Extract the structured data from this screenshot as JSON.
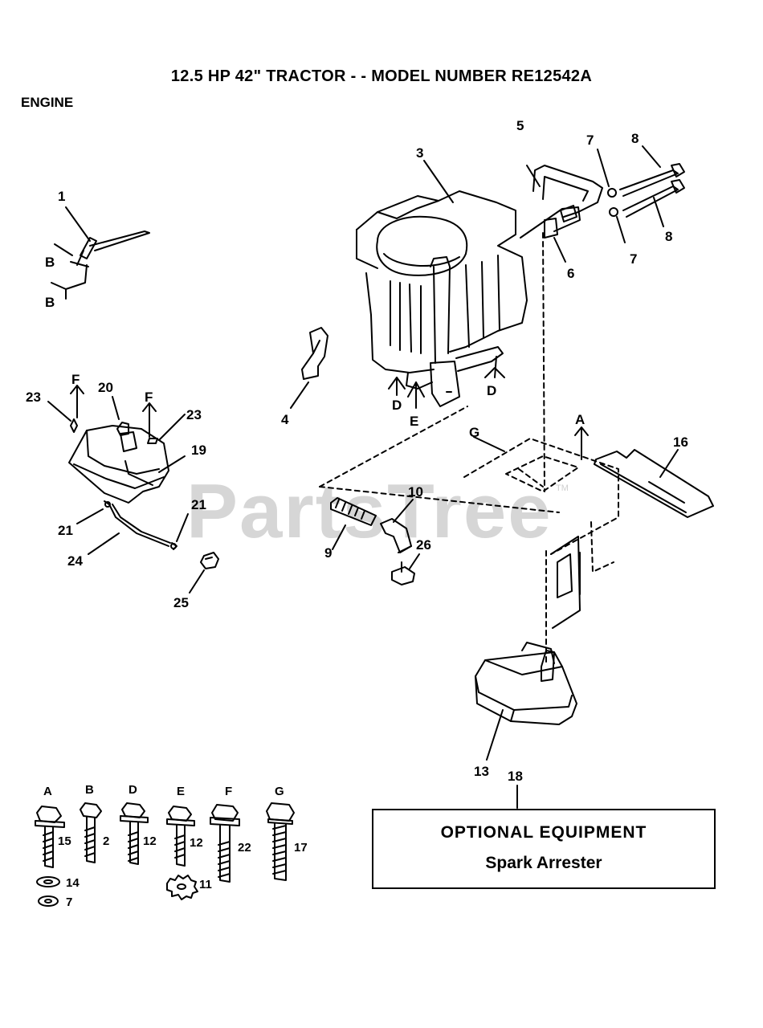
{
  "title": "12.5 HP 42\"  TRACTOR - - MODEL NUMBER RE12542A",
  "section": "ENGINE",
  "watermark": "PartsTree",
  "watermark_tm": "TM",
  "optional_box": {
    "ref": "18",
    "heading": "OPTIONAL EQUIPMENT",
    "item": "Spark Arrester"
  },
  "callouts": {
    "c1": "1",
    "c3": "3",
    "c4": "4",
    "c5": "5",
    "c6": "6",
    "c7a": "7",
    "c7b": "7",
    "c8a": "8",
    "c8b": "8",
    "c9": "9",
    "c10": "10",
    "c13": "13",
    "c16": "16",
    "c19": "19",
    "c20": "20",
    "c21a": "21",
    "c21b": "21",
    "c23a": "23",
    "c23b": "23",
    "c24": "24",
    "c25": "25",
    "c26": "26",
    "B1": "B",
    "B2": "B",
    "D1": "D",
    "D2": "D",
    "E1": "E",
    "F1": "F",
    "F2": "F",
    "G1": "G",
    "A1": "A"
  },
  "fasteners": [
    {
      "letter": "A",
      "part": "15",
      "washer1": "14",
      "washer2": "7"
    },
    {
      "letter": "B",
      "part": "2"
    },
    {
      "letter": "D",
      "part": "12"
    },
    {
      "letter": "E",
      "part": "12",
      "washer1": "11"
    },
    {
      "letter": "F",
      "part": "22"
    },
    {
      "letter": "G",
      "part": "17"
    }
  ]
}
